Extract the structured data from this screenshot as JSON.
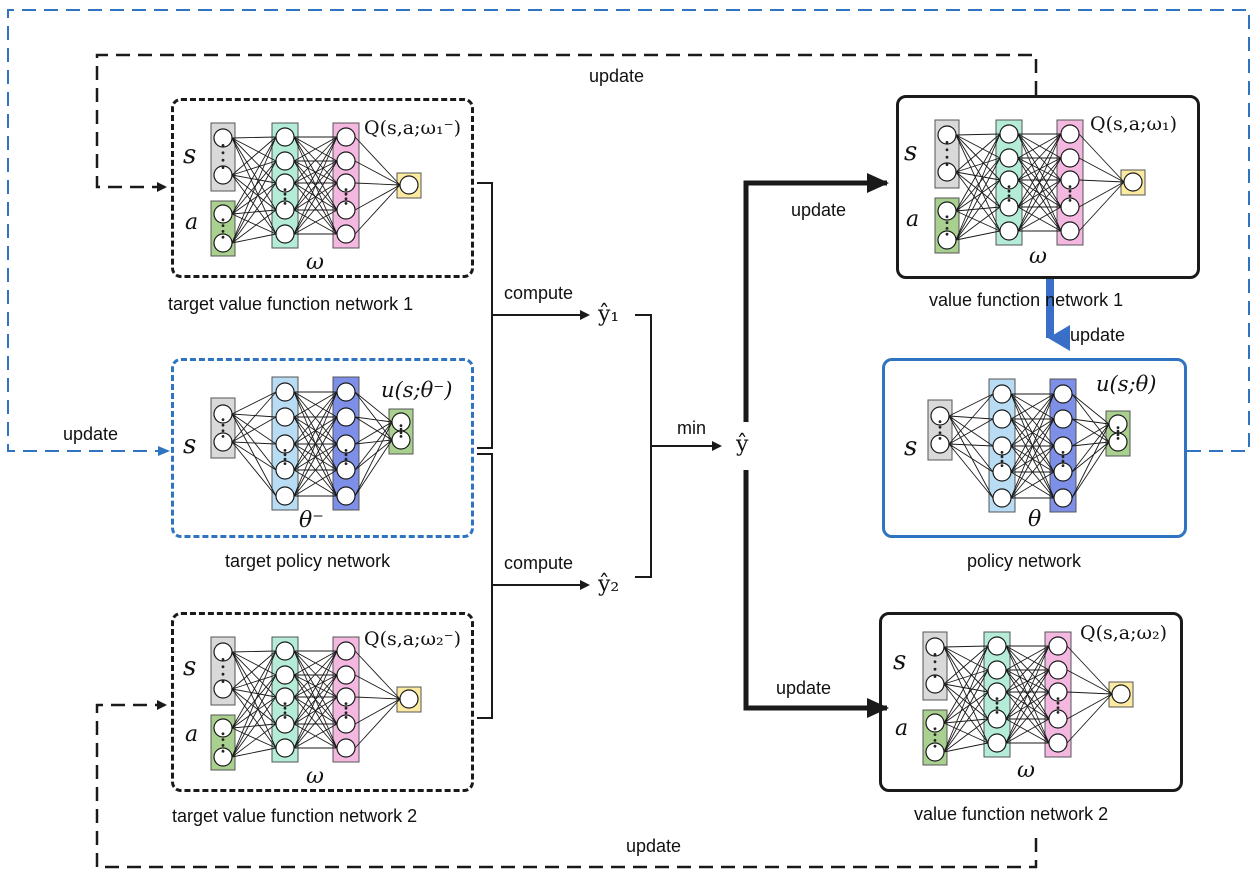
{
  "colors": {
    "input_state": "#d9d9d9",
    "input_action": "#a9d08e",
    "hidden_q1": "#b4ecd8",
    "hidden_q2": "#f3b7e0",
    "output_q": "#fbeaa0",
    "hidden_p1": "#b8dcf4",
    "hidden_p2": "#7d8fe6",
    "output_p": "#a9d08e",
    "blue_line": "#2f74c0",
    "black_line": "#1a1a1a"
  },
  "networks": {
    "target_value_1": {
      "caption": "target value function network 1",
      "output": "Q(s,a;ω₁⁻)",
      "weight": "ω",
      "state": "s",
      "action": "a"
    },
    "target_policy": {
      "caption": "target policy network",
      "output": "u(s;θ⁻)",
      "weight": "θ⁻",
      "state": "s"
    },
    "target_value_2": {
      "caption": "target value function network 2",
      "output": "Q(s,a;ω₂⁻)",
      "weight": "ω",
      "state": "s",
      "action": "a"
    },
    "value_1": {
      "caption": "value function network 1",
      "output": "Q(s,a;ω₁)",
      "weight": "ω",
      "state": "s",
      "action": "a"
    },
    "policy": {
      "caption": "policy network",
      "output": "u(s;θ)",
      "weight": "θ",
      "state": "s"
    },
    "value_2": {
      "caption": "value function network 2",
      "output": "Q(s,a;ω₂)",
      "weight": "ω",
      "state": "s",
      "action": "a"
    }
  },
  "flow": {
    "compute_1": "compute",
    "compute_2": "compute",
    "min": "min",
    "y1": "ŷ₁",
    "y2": "ŷ₂",
    "y": "ŷ"
  },
  "update_labels": {
    "top_black": "update",
    "left_blue": "update",
    "to_value_1": "update",
    "value_to_policy": "update",
    "to_value_2": "update",
    "bottom_black": "update"
  }
}
